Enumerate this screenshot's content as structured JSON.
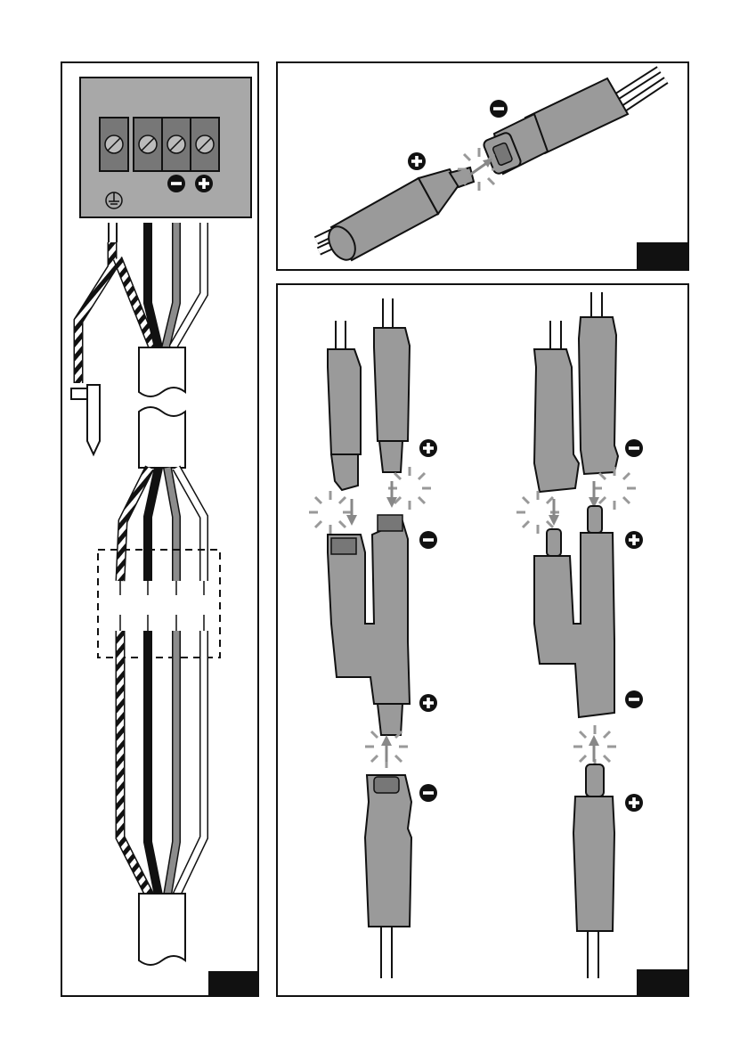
{
  "figure": {
    "panels": [
      {
        "id": "terminal-wiring",
        "panel_label": ""
      },
      {
        "id": "connector-mating",
        "panel_label": ""
      },
      {
        "id": "y-branch-connectors",
        "panel_label": ""
      }
    ],
    "symbols": {
      "positive": "plus-icon",
      "negative": "minus-icon",
      "ground": "ground-icon"
    },
    "colors": {
      "outline": "#111111",
      "connector_fill": "#9a9a9a",
      "terminal_box": "#a8a8a8",
      "grey_wire": "#8c8c8c"
    }
  }
}
